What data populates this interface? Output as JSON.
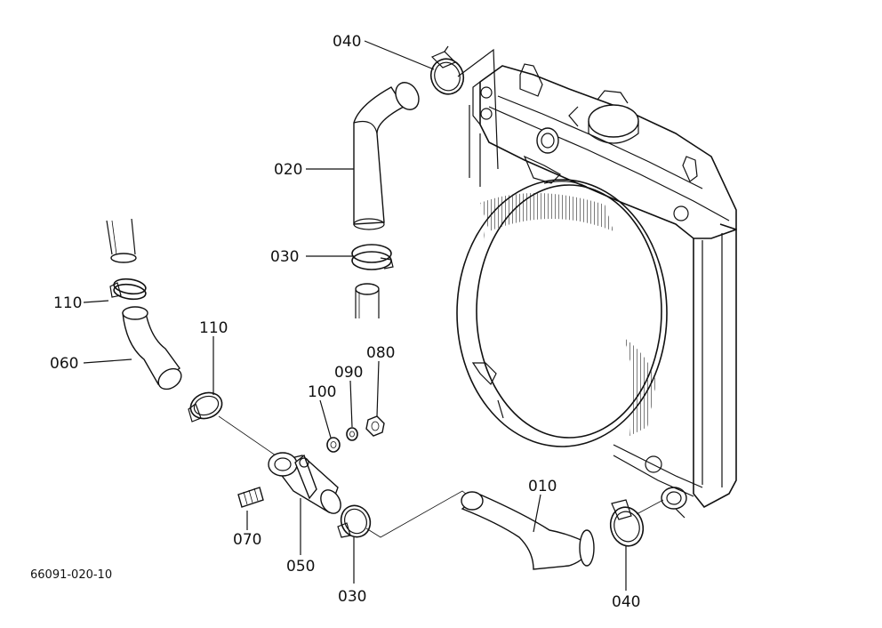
{
  "diagram": {
    "figure_number": "66091-020-10",
    "callouts": [
      {
        "id": "010",
        "text": "010"
      },
      {
        "id": "020",
        "text": "020"
      },
      {
        "id": "030a",
        "text": "030"
      },
      {
        "id": "030b",
        "text": "030"
      },
      {
        "id": "040a",
        "text": "040"
      },
      {
        "id": "040b",
        "text": "040"
      },
      {
        "id": "050",
        "text": "050"
      },
      {
        "id": "060",
        "text": "060"
      },
      {
        "id": "070",
        "text": "070"
      },
      {
        "id": "080",
        "text": "080"
      },
      {
        "id": "090",
        "text": "090"
      },
      {
        "id": "100",
        "text": "100"
      },
      {
        "id": "110a",
        "text": "110"
      },
      {
        "id": "110b",
        "text": "110"
      }
    ]
  }
}
